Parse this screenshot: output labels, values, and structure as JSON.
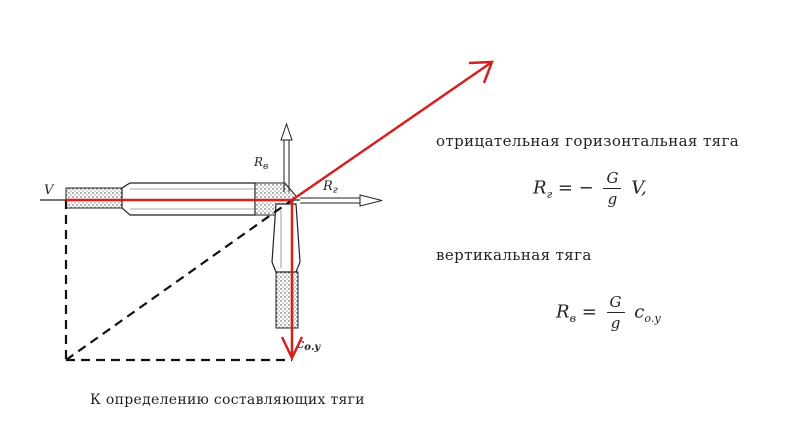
{
  "labels": {
    "v": "V",
    "r_v": "R",
    "r_v_sub": "в",
    "r_g": "R",
    "r_g_sub": "г",
    "c_oy": "c",
    "c_oy_sub": "о.у"
  },
  "caption": "К определению составляющих тяги",
  "horizontal": {
    "heading": "отрицательная горизонтальная тяга",
    "lhs": "R",
    "lhs_sub": "г",
    "eq": "= −",
    "num": "G",
    "den": "g",
    "rhs": "V,"
  },
  "vertical": {
    "heading": "вертикальная тяга",
    "lhs": "R",
    "lhs_sub": "в",
    "eq": "=",
    "num": "G",
    "den": "g",
    "rhs": "c",
    "rhs_sub": "о.у"
  },
  "colors": {
    "ink": "#222222",
    "annotation_red": "#d42020"
  }
}
